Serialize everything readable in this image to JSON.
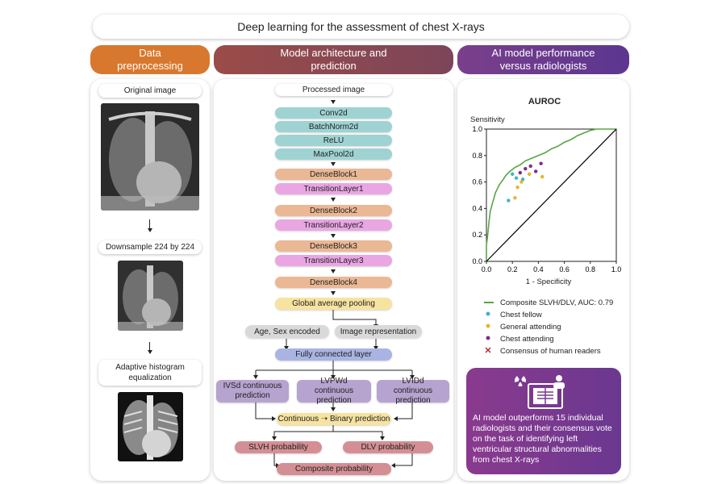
{
  "title": "Deep learning for the assessment of chest X-rays",
  "columns": {
    "left": "Data preprocessing",
    "middle": "Model architecture and prediction",
    "right": "AI model performance versus radiologists"
  },
  "colors": {
    "orange": "#d8782e",
    "brown": "#8e4a4e",
    "purple": "#6a3a8f",
    "curve": "#5aa444"
  },
  "preprocessing": {
    "original": "Original image",
    "downsample": "Downsample 224 by 224",
    "histogram": "Adaptive histogram equalization"
  },
  "architecture": {
    "processed": "Processed image",
    "conv": "Conv2d",
    "batchnorm": "BatchNorm2d",
    "relu": "ReLU",
    "maxpool": "MaxPool2d",
    "dense1": "DenseBlock1",
    "trans1": "TransitionLayer1",
    "dense2": "DenseBlock2",
    "trans2": "TransitionLayer2",
    "dense3": "DenseBlock3",
    "trans3": "TransitionLayer3",
    "dense4": "DenseBlock4",
    "gap": "Global average pooling",
    "agesex": "Age, Sex encoded",
    "imgrep": "Image representation",
    "fc": "Fully connected layer",
    "ivsd": "IVSd continuous prediction",
    "lvpwd": "LVPWd continuous prediction",
    "lvidd": "LVIDd continuous prediction",
    "binary": "Continuous ➝ Binary prediction",
    "slvh": "SLVH probability",
    "dlv": "DLV probability",
    "composite": "Composite probability"
  },
  "roc": {
    "title": "AUROC",
    "ylabel": "Sensitivity",
    "xlabel": "1 - Specificity",
    "ticks": [
      "0.0",
      "0.2",
      "0.4",
      "0.6",
      "0.8",
      "1.0"
    ]
  },
  "legend": {
    "composite": "Composite SLVH/DLV, AUC: 0.79",
    "fellow": "Chest fellow",
    "general": "General attending",
    "chest": "Chest attending",
    "consensus": "Consensus of human readers"
  },
  "summary": "AI model outperforms 15 individual radiologists and their consensus vote on the task of identifying left ventricular structural abnormalities from chest X-rays",
  "chart_data": {
    "type": "line",
    "title": "AUROC",
    "xlabel": "1 - Specificity",
    "ylabel": "Sensitivity",
    "xlim": [
      0,
      1
    ],
    "ylim": [
      0,
      1
    ],
    "series": [
      {
        "name": "Composite SLVH/DLV, AUC: 0.79",
        "color": "#5aa444",
        "x": [
          0.0,
          0.0,
          0.01,
          0.02,
          0.03,
          0.05,
          0.07,
          0.1,
          0.13,
          0.15,
          0.18,
          0.22,
          0.26,
          0.3,
          0.35,
          0.4,
          0.45,
          0.5,
          0.55,
          0.6,
          0.65,
          0.7,
          0.75,
          0.8,
          0.85,
          0.9,
          0.95,
          1.0
        ],
        "y": [
          0.0,
          0.12,
          0.2,
          0.3,
          0.38,
          0.45,
          0.52,
          0.58,
          0.62,
          0.65,
          0.68,
          0.71,
          0.73,
          0.76,
          0.78,
          0.8,
          0.82,
          0.85,
          0.87,
          0.9,
          0.92,
          0.95,
          0.97,
          0.99,
          1.0,
          1.0,
          1.0,
          1.0
        ]
      },
      {
        "name": "diagonal",
        "color": "#000000",
        "x": [
          0,
          1
        ],
        "y": [
          0,
          1
        ]
      }
    ],
    "points": [
      {
        "group": "Chest fellow",
        "color": "#3fb4c4",
        "x": 0.17,
        "y": 0.46
      },
      {
        "group": "Chest fellow",
        "color": "#3fb4c4",
        "x": 0.2,
        "y": 0.66
      },
      {
        "group": "Chest fellow",
        "color": "#3fb4c4",
        "x": 0.23,
        "y": 0.63
      },
      {
        "group": "Chest fellow",
        "color": "#3fb4c4",
        "x": 0.28,
        "y": 0.62
      },
      {
        "group": "General attending",
        "color": "#e5b52a",
        "x": 0.22,
        "y": 0.48
      },
      {
        "group": "General attending",
        "color": "#e5b52a",
        "x": 0.24,
        "y": 0.56
      },
      {
        "group": "General attending",
        "color": "#e5b52a",
        "x": 0.27,
        "y": 0.6
      },
      {
        "group": "General attending",
        "color": "#e5b52a",
        "x": 0.33,
        "y": 0.66
      },
      {
        "group": "General attending",
        "color": "#e5b52a",
        "x": 0.43,
        "y": 0.64
      },
      {
        "group": "Chest attending",
        "color": "#7b2d8c",
        "x": 0.26,
        "y": 0.67
      },
      {
        "group": "Chest attending",
        "color": "#7b2d8c",
        "x": 0.3,
        "y": 0.7
      },
      {
        "group": "Chest attending",
        "color": "#7b2d8c",
        "x": 0.34,
        "y": 0.72
      },
      {
        "group": "Chest attending",
        "color": "#7b2d8c",
        "x": 0.38,
        "y": 0.68
      },
      {
        "group": "Chest attending",
        "color": "#7b2d8c",
        "x": 0.42,
        "y": 0.74
      }
    ]
  }
}
